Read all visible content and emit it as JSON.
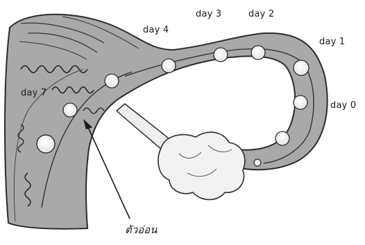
{
  "diagram": {
    "labels": {
      "day0": "day 0",
      "day1": "day 1",
      "day2": "day 2",
      "day3": "day 3",
      "day4": "day 4",
      "day7": "day 7",
      "embryo": "ตัวอ่อน"
    },
    "colors": {
      "tissue": "#a9a9a9",
      "tissue_dark": "#8c8c8c",
      "outline": "#2b2b2b",
      "ovary": "#f2f2f2",
      "embryo_dot": "#ffffff"
    }
  }
}
